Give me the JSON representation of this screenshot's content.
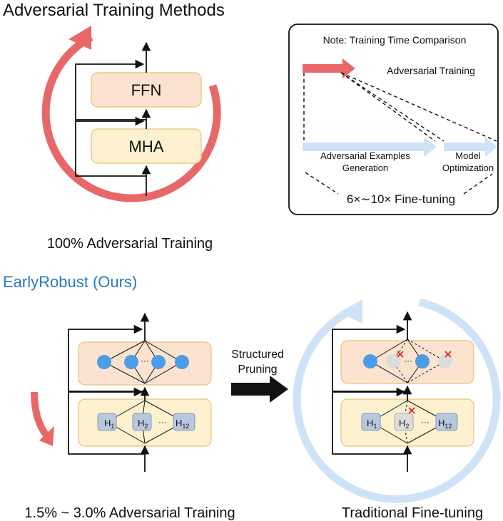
{
  "top": {
    "title": "Adversarial Training Methods",
    "ffn_label": "FFN",
    "mha_label": "MHA",
    "caption": "100% Adversarial Training"
  },
  "note": {
    "title": "Note: Training Time Comparison",
    "adv_training": "Adversarial Training",
    "adv_examples_line1": "Adversarial Examples",
    "adv_examples_line2": "Generation",
    "model_line1": "Model",
    "model_line2": "Optimization",
    "ratio": "6×∼10× Fine-tuning"
  },
  "bottom": {
    "title": "EarlyRobust (Ours)",
    "pruning_line1": "Structured",
    "pruning_line2": "Pruning",
    "dots": "···",
    "head_prefix": "H",
    "heads": [
      "1",
      "2",
      "12"
    ],
    "left_caption": "1.5% ~ 3.0% Adversarial Training",
    "right_caption": "Traditional Fine-tuning"
  },
  "colors": {
    "red_arrow": "#e8686a",
    "blue_arrow": "#cfe3f8",
    "ffn_fill": "#fce3d0",
    "mha_fill": "#fdf1cf",
    "box_stroke": "#e7c27a",
    "neuron": "#4d9ce8",
    "head_fill": "#b8c8de",
    "title_blue": "#2a78c2",
    "cross": "#e02020"
  }
}
